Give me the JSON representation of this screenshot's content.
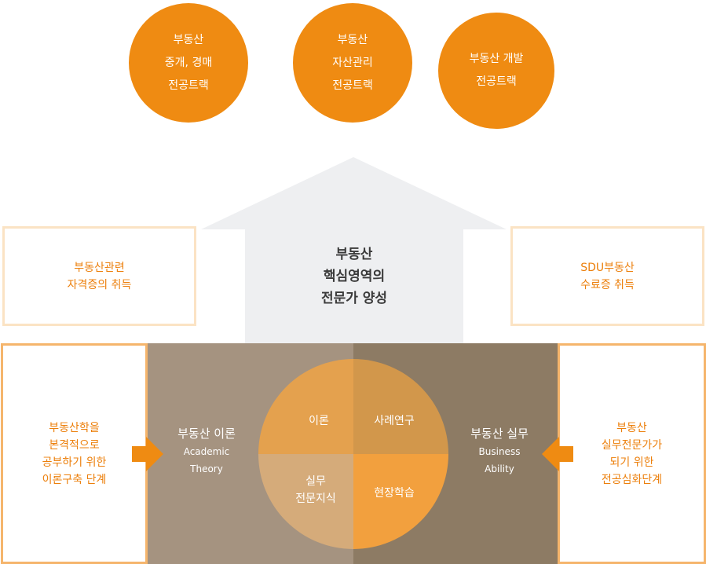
{
  "tracks": [
    {
      "lines": [
        "부동산",
        "중개, 경매",
        "전공트랙"
      ]
    },
    {
      "lines": [
        "부동산",
        "자산관리",
        "전공트랙"
      ]
    },
    {
      "lines": [
        "부동산 개발",
        "전공트랙"
      ]
    }
  ],
  "core": {
    "lines": [
      "부동산",
      "핵심영역의",
      "전문가 양성"
    ]
  },
  "left_box": {
    "lines": [
      "부동산관련",
      "자격증의 취득"
    ]
  },
  "right_box": {
    "lines": [
      "SDU부동산",
      "수료증 취득"
    ]
  },
  "bottom_left": {
    "lines": [
      "부동산학을",
      "본격적으로",
      "공부하기 위한",
      "이론구축 단계"
    ]
  },
  "bottom_right": {
    "lines": [
      "부동산",
      "실무전문가가",
      "되기 위한",
      "전공심화단계"
    ]
  },
  "theory": {
    "title": "부동산 이론",
    "sub": [
      "Academic",
      "Theory"
    ]
  },
  "practice": {
    "title": "부동산 실무",
    "sub": [
      "Business",
      "Ability"
    ]
  },
  "quadrants": {
    "top_left": "이론",
    "top_right": "사례연구",
    "bottom_left": [
      "실무",
      "전문지식"
    ],
    "bottom_right": "현장학습"
  },
  "colors": {
    "orange": "#ef8b12",
    "light_orange_border": "#fbe3c4",
    "theory_panel": "#a59380",
    "practice_panel": "#8d7b64",
    "arrow_gray": "#eeeff1"
  }
}
